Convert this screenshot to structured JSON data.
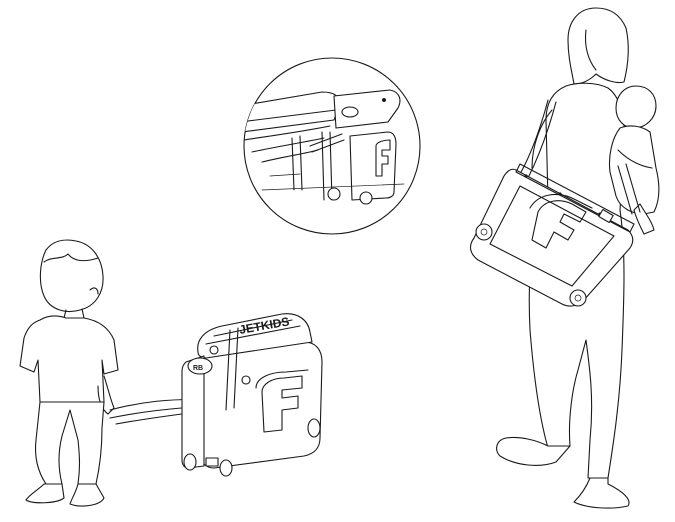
{
  "illustration": {
    "colors": {
      "line": "#1a1a1a",
      "fill": "#ffffff"
    },
    "case_lid_lettering": "JETKIDS",
    "case_badge_lettering": "RB",
    "icons": [
      "child-figure",
      "ride-on-suitcase",
      "detail-magnifier",
      "adult-figure",
      "infant",
      "shoulder-strap"
    ]
  }
}
